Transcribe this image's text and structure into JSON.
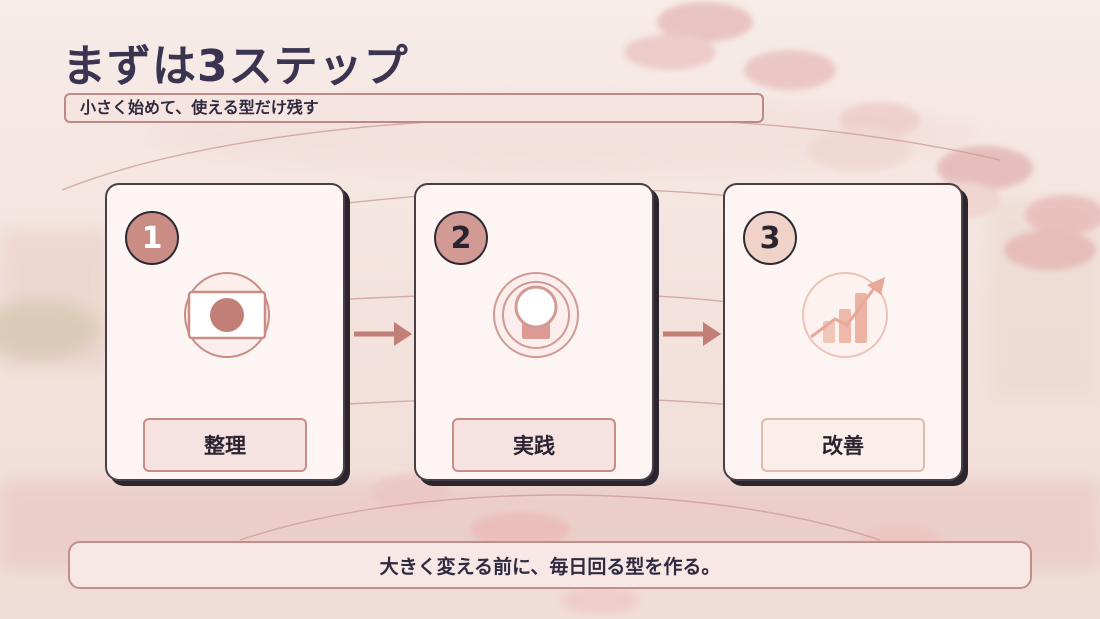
{
  "header": {
    "title": "まずは3ステップ",
    "subtitle": "小さく始めて、使える型だけ残す"
  },
  "steps": [
    {
      "number": "1",
      "label": "整理",
      "icon": "organize-icon"
    },
    {
      "number": "2",
      "label": "実践",
      "icon": "practice-icon"
    },
    {
      "number": "3",
      "label": "改善",
      "icon": "growth-chart-icon"
    }
  ],
  "footer": {
    "message": "大きく変える前に、毎日回る型を作る。"
  },
  "colors": {
    "title": "#3a3450",
    "accent_dark": "#c98d86",
    "accent_mid": "#d19a94",
    "accent_light": "#f0d2c8",
    "arrow": "#c27f78"
  }
}
